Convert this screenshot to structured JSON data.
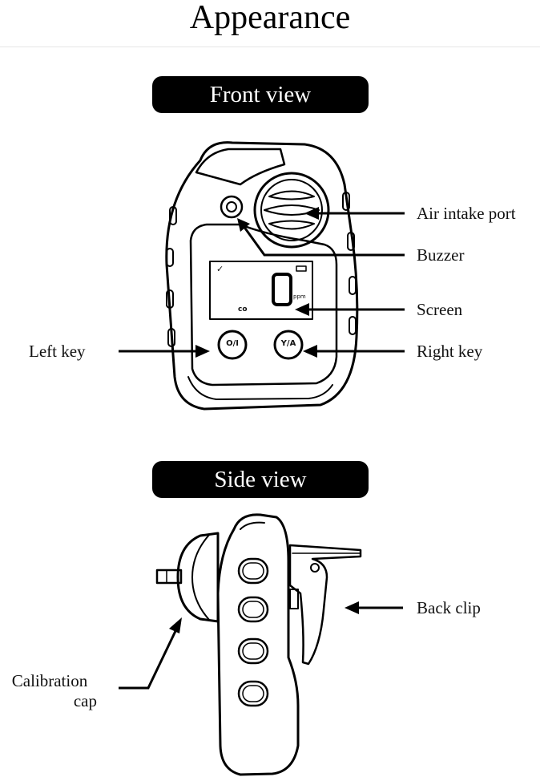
{
  "title": "Appearance",
  "views": {
    "front": "Front view",
    "side": "Side view"
  },
  "callouts": {
    "air_intake_port": "Air intake port",
    "buzzer": "Buzzer",
    "screen": "Screen",
    "left_key": "Left key",
    "right_key": "Right key",
    "back_clip": "Back clip",
    "calibration_cap_line1": "Calibration",
    "calibration_cap_line2": "cap"
  },
  "device": {
    "reading": "0",
    "unit": "ppm",
    "gas": "co",
    "check_mark": "✓",
    "left_key_glyph": "O/I",
    "right_key_glyph": "Y/A"
  },
  "colors": {
    "ink": "#000000",
    "background": "#ffffff"
  }
}
